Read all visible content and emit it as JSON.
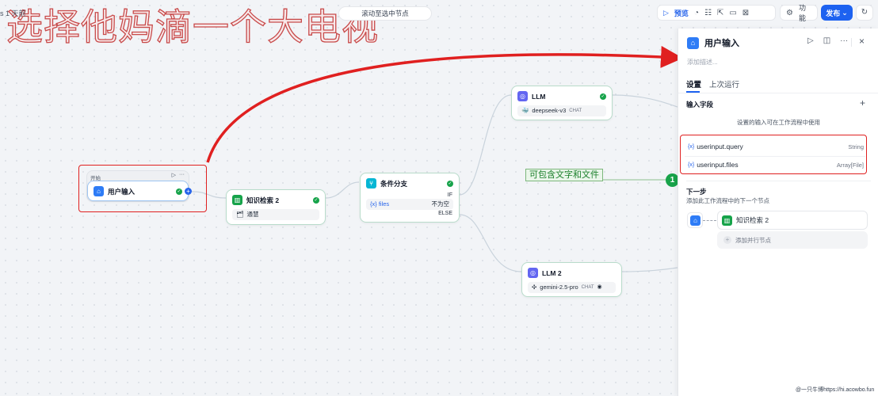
{
  "watermark": "选择他妈滴一个大电视",
  "header": {
    "time_ago": "s 1 天前",
    "scroll_button": "滚动至选中节点",
    "preview_label": "预览",
    "features_label": "功能",
    "publish_label": "发布"
  },
  "canvas": {
    "start_node": {
      "group_label": "开始",
      "title": "用户输入"
    },
    "kb_node": {
      "title": "知识检索 2",
      "sub": "通慧"
    },
    "branch_node": {
      "title": "条件分支",
      "if_label": "IF",
      "var": "{x} files",
      "op": "不为空",
      "else_label": "ELSE"
    },
    "llm_node": {
      "title": "LLM",
      "model": "deepseek-v3",
      "mode": "CHAT"
    },
    "llm2_node": {
      "title": "LLM 2",
      "model": "gemini-2.5-pro",
      "mode": "CHAT"
    },
    "annotation": "可包含文字和文件",
    "annotation_badge": "1"
  },
  "panel": {
    "title": "用户输入",
    "desc_placeholder": "添加描述...",
    "tabs": [
      "设置",
      "上次运行"
    ],
    "input_fields_label": "输入字段",
    "hint": "设置的输入可在工作流程中使用",
    "fields": [
      {
        "var": "{x}",
        "name": "userinput.query",
        "type": "String"
      },
      {
        "var": "{x}",
        "name": "userinput.files",
        "type": "Array[File]"
      }
    ],
    "next_step_label": "下一步",
    "next_step_desc": "添加此工作流程中的下一个节点",
    "next_node": "知识检索 2",
    "add_parallel": "添加并行节点"
  },
  "credit": "@一只牛博https://hi.acowbo.fun",
  "colors": {
    "accent": "#1d62f0",
    "annotation_red": "#e02020",
    "success": "#16a34a"
  }
}
